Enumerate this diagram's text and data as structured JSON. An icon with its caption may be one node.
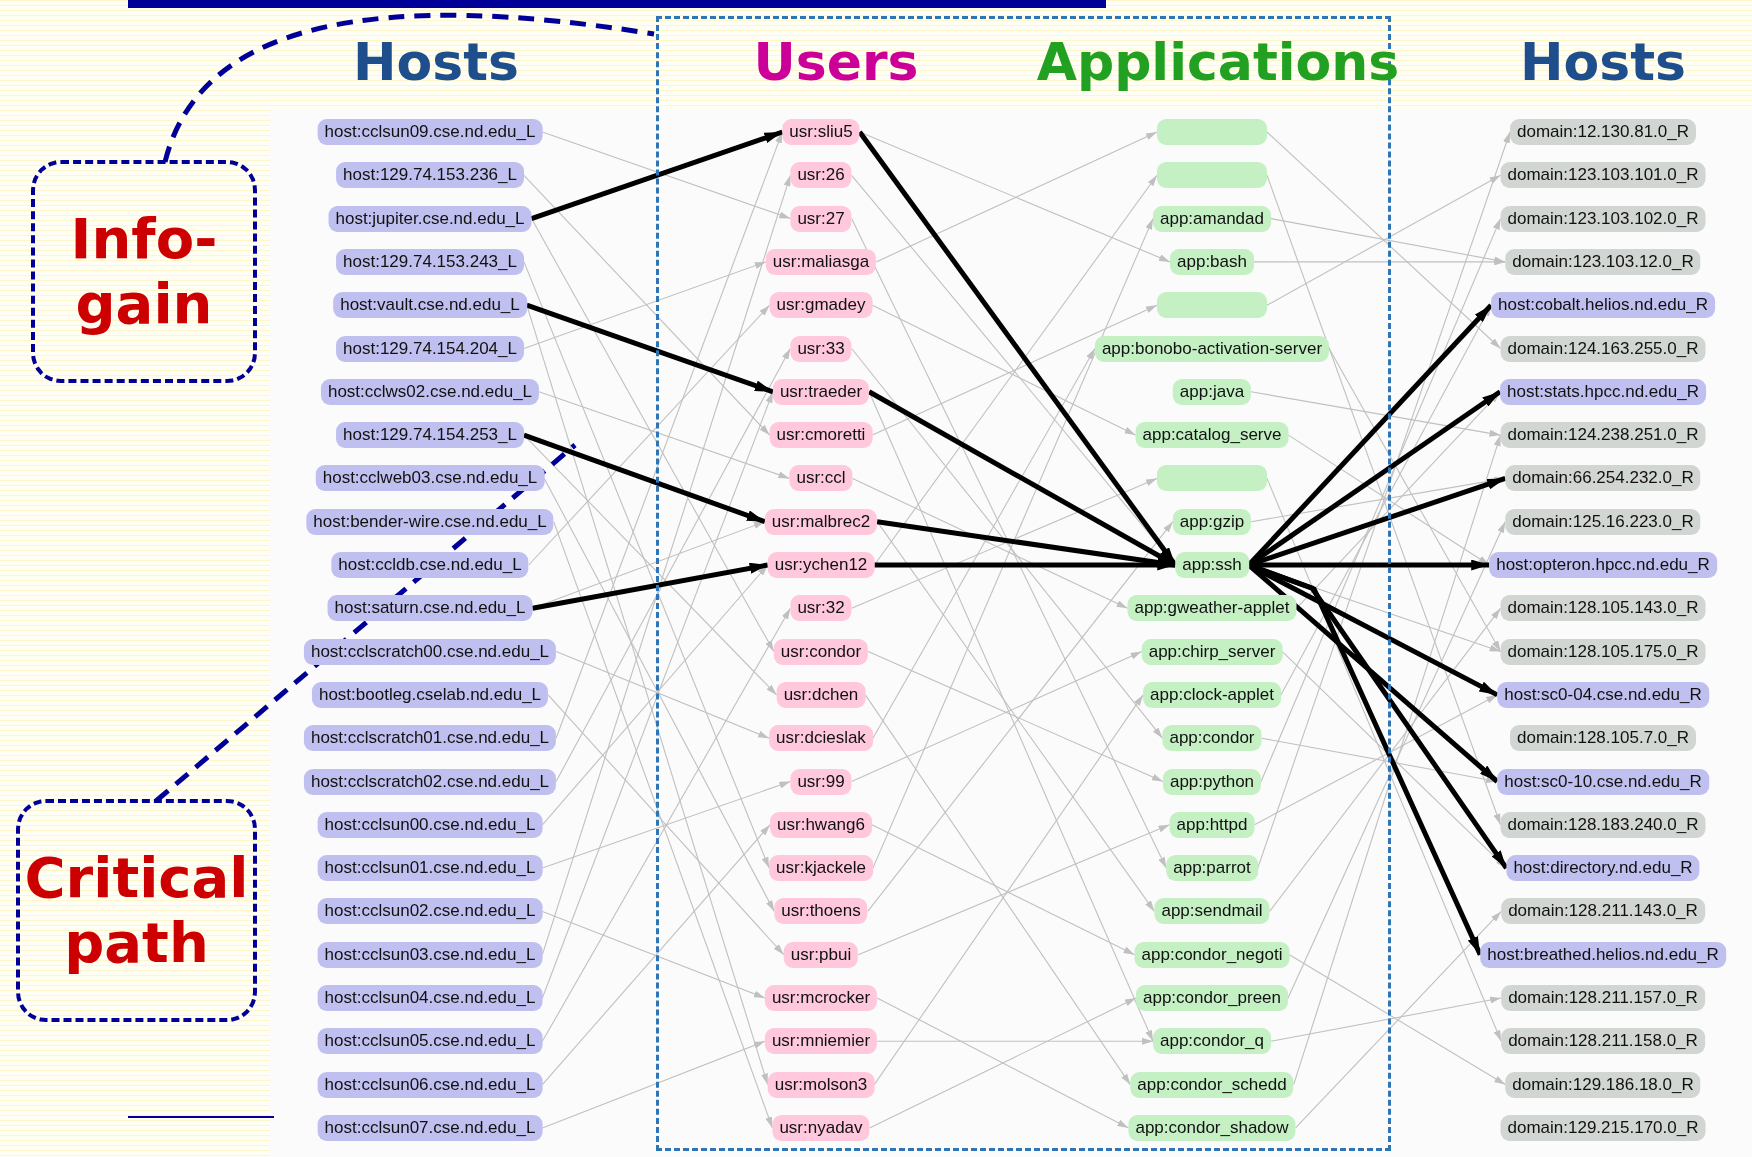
{
  "diagram": {
    "nodes": [
      {
        "text": [
          "Info-gain"
        ]
      },
      {
        "text": [
          "Critical path"
        ]
      },
      {
        "text": [],
        "shape": "box"
      },
      {
        "text": [
          "host:cclsun09.cse.nd.edu_L"
        ]
      },
      {
        "text": [
          "host:129.74.153.236_L"
        ]
      },
      {
        "text": [
          "host:jupiter.cse.nd.edu_L"
        ]
      },
      {
        "text": [
          "host:129.74.153.243_L"
        ]
      },
      {
        "text": [
          "host:vault.cse.nd.edu_L"
        ]
      },
      {
        "text": [
          "host:129.74.154.204_L"
        ]
      },
      {
        "text": [
          "host:cclws02.cse.nd.edu_L"
        ]
      },
      {
        "text": [
          "host:129.74.154.253_L"
        ]
      },
      {
        "text": [
          "host:cclweb03.cse.nd.edu_L"
        ]
      },
      {
        "text": [
          "host:bender-wire.cse.nd.edu_L"
        ]
      },
      {
        "text": [
          "host:ccldb.cse.nd.edu_L"
        ]
      },
      {
        "text": [
          "host:saturn.cse.nd.edu_L"
        ]
      },
      {
        "text": [
          "host:cclscratch00.cse.nd.edu_L"
        ]
      },
      {
        "text": [
          "host:bootleg.cselab.nd.edu_L"
        ]
      },
      {
        "text": [
          "host:cclscratch01.cse.nd.edu_L"
        ]
      },
      {
        "text": [
          "host:cclscratch02.cse.nd.edu_L"
        ]
      },
      {
        "text": [
          "host:cclsun00.cse.nd.edu_L"
        ]
      },
      {
        "text": [
          "host:cclsun01.cse.nd.edu_L"
        ]
      },
      {
        "text": [
          "host:cclsun02.cse.nd.edu_L"
        ]
      },
      {
        "text": [
          "host:cclsun03.cse.nd.edu_L"
        ]
      },
      {
        "text": [
          "host:cclsun04.cse.nd.edu_L"
        ]
      },
      {
        "text": [
          "host:cclsun05.cse.nd.edu_L"
        ]
      },
      {
        "text": [
          "host:cclsun06.cse.nd.edu_L"
        ]
      },
      {
        "text": [
          "host:cclsun07.cse.nd.edu_L"
        ]
      },
      {
        "text": [
          "usr:sliu5"
        ],
        "in": 2
      },
      {
        "text": [
          "usr:26"
        ],
        "in": 2
      },
      {
        "text": [
          "usr:27"
        ],
        "in": 2
      },
      {
        "text": [
          "usr:maliasga"
        ],
        "in": 2
      },
      {
        "text": [
          "usr:gmadey"
        ],
        "in": 2
      },
      {
        "text": [
          "usr:33"
        ],
        "in": 2
      },
      {
        "text": [
          "usr:traeder"
        ],
        "in": 2
      },
      {
        "text": [
          "usr:cmoretti"
        ],
        "in": 2
      },
      {
        "text": [
          "usr:ccl"
        ],
        "in": 2
      },
      {
        "text": [
          "usr:malbrec2"
        ],
        "in": 2
      },
      {
        "text": [
          "usr:ychen12"
        ],
        "in": 2
      },
      {
        "text": [
          "usr:32"
        ],
        "in": 2
      },
      {
        "text": [
          "usr:condor"
        ],
        "in": 2
      },
      {
        "text": [
          "usr:dchen"
        ],
        "in": 2
      },
      {
        "text": [
          "usr:dcieslak"
        ],
        "in": 2
      },
      {
        "text": [
          "usr:99"
        ],
        "in": 2
      },
      {
        "text": [
          "usr:hwang6"
        ],
        "in": 2
      },
      {
        "text": [
          "usr:kjackele"
        ],
        "in": 2
      },
      {
        "text": [
          "usr:thoens"
        ],
        "in": 2
      },
      {
        "text": [
          "usr:pbui"
        ],
        "in": 2
      },
      {
        "text": [
          "usr:mcrocker"
        ],
        "in": 2
      },
      {
        "text": [
          "usr:mniemier"
        ],
        "in": 2
      },
      {
        "text": [
          "usr:molson3"
        ],
        "in": 2
      },
      {
        "text": [
          "usr:nyadav"
        ],
        "in": 2
      },
      {
        "text": [],
        "shape": "box",
        "in": 2
      },
      {
        "text": [],
        "shape": "box",
        "in": 2
      },
      {
        "text": [
          "app:amandad"
        ],
        "in": 2
      },
      {
        "text": [
          "app:bash"
        ],
        "in": 2
      },
      {
        "text": [],
        "shape": "box",
        "in": 2
      },
      {
        "text": [
          "app:bonobo-activation-server"
        ],
        "in": 2
      },
      {
        "text": [
          "app:java"
        ],
        "in": 2
      },
      {
        "text": [
          "app:catalog_serve"
        ],
        "in": 2
      },
      {
        "text": [],
        "shape": "box",
        "in": 2
      },
      {
        "text": [
          "app:gzip"
        ],
        "in": 2
      },
      {
        "text": [
          "app:ssh"
        ],
        "in": 2
      },
      {
        "text": [
          "app:gweather-applet"
        ],
        "in": 2
      },
      {
        "text": [
          "app:chirp_server"
        ],
        "in": 2
      },
      {
        "text": [
          "app:clock-applet"
        ],
        "in": 2
      },
      {
        "text": [
          "app:condor"
        ],
        "in": 2
      },
      {
        "text": [
          "app:python"
        ],
        "in": 2
      },
      {
        "text": [
          "app:httpd"
        ],
        "in": 2
      },
      {
        "text": [
          "app:parrot"
        ],
        "in": 2
      },
      {
        "text": [
          "app:sendmail"
        ],
        "in": 2
      },
      {
        "text": [
          "app:condor_negoti"
        ],
        "in": 2
      },
      {
        "text": [
          "app:condor_preen"
        ],
        "in": 2
      },
      {
        "text": [
          "app:condor_q"
        ],
        "in": 2
      },
      {
        "text": [
          "app:condor_schedd"
        ],
        "in": 2
      },
      {
        "text": [
          "app:condor_shadow"
        ],
        "in": 2
      },
      {
        "text": [
          "domain:12.130.81.0_R"
        ]
      },
      {
        "text": [
          "domain:123.103.101.0_R"
        ]
      },
      {
        "text": [
          "domain:123.103.102.0_R"
        ]
      },
      {
        "text": [
          "domain:123.103.12.0_R"
        ]
      },
      {
        "text": [
          "host:cobalt.helios.nd.edu_R"
        ]
      },
      {
        "text": [
          "domain:124.163.255.0_R"
        ]
      },
      {
        "text": [
          "host:stats.hpcc.nd.edu_R"
        ]
      },
      {
        "text": [
          "domain:124.238.251.0_R"
        ]
      },
      {
        "text": [
          "domain:66.254.232.0_R"
        ]
      },
      {
        "text": [
          "domain:125.16.223.0_R"
        ]
      },
      {
        "text": [
          "host:opteron.hpcc.nd.edu_R"
        ]
      },
      {
        "text": [
          "domain:128.105.143.0_R"
        ]
      },
      {
        "text": [
          "domain:128.105.175.0_R"
        ]
      },
      {
        "text": [
          "host:sc0-04.cse.nd.edu_R"
        ]
      },
      {
        "text": [
          "domain:128.105.7.0_R"
        ]
      },
      {
        "text": [
          "host:sc0-10.cse.nd.edu_R"
        ]
      },
      {
        "text": [
          "domain:128.183.240.0_R"
        ]
      },
      {
        "text": [
          "host:directory.nd.edu_R"
        ]
      },
      {
        "text": [
          "domain:128.211.143.0_R"
        ]
      },
      {
        "text": [
          "host:breathed.helios.nd.edu_R"
        ]
      },
      {
        "text": [
          "domain:128.211.157.0_R"
        ]
      },
      {
        "text": [
          "domain:128.211.158.0_R"
        ]
      },
      {
        "text": [
          "domain:129.186.18.0_R"
        ]
      },
      {
        "text": [
          "domain:129.215.170.0_R"
        ]
      }
    ],
    "edges": [
      {
        "from": 5,
        "to": 27,
        "arrow": "to",
        "style": "thick",
        "color": "#000000"
      },
      {
        "from": 27,
        "to": 61,
        "arrow": "to",
        "style": "thick",
        "color": "#000000"
      },
      {
        "from": 7,
        "to": 33,
        "arrow": "to",
        "style": "thick",
        "color": "#000000"
      },
      {
        "from": 33,
        "to": 61,
        "arrow": "to",
        "style": "thick",
        "color": "#000000"
      },
      {
        "from": 10,
        "to": 36,
        "arrow": "to",
        "style": "thick",
        "color": "#000000"
      },
      {
        "from": 36,
        "to": 61,
        "arrow": "to",
        "style": "thick",
        "color": "#000000"
      },
      {
        "from": 14,
        "to": 37,
        "arrow": "to",
        "style": "thick",
        "color": "#000000"
      },
      {
        "from": 37,
        "to": 61,
        "arrow": "to",
        "style": "thick",
        "color": "#000000"
      },
      {
        "from": 61,
        "to": 79,
        "arrow": "to",
        "style": "thick",
        "color": "#000000"
      },
      {
        "from": 61,
        "to": 81,
        "arrow": "to",
        "style": "thick",
        "color": "#000000"
      },
      {
        "from": 61,
        "to": 83,
        "arrow": "to",
        "style": "thick",
        "color": "#000000"
      },
      {
        "from": 61,
        "to": 85,
        "arrow": "to",
        "style": "thick",
        "color": "#000000"
      },
      {
        "from": 61,
        "to": 88,
        "arrow": "to",
        "style": "thick",
        "color": "#000000"
      },
      {
        "from": 61,
        "to": 90,
        "arrow": "to",
        "style": "thick",
        "color": "#000000"
      },
      {
        "from": 61,
        "to": 92,
        "arrow": "to",
        "style": "thick",
        "color": "#000000"
      },
      {
        "from": 61,
        "to": 94,
        "arrow": "to",
        "style": "thick",
        "color": "#000000"
      },
      {
        "from": 0,
        "to": 2,
        "arrow": "none",
        "style": "dashed",
        "color": "#000099"
      },
      {
        "from": 1,
        "to": null,
        "arrow": "none",
        "style": "dashed",
        "color": "#000099"
      },
      {
        "from": 3,
        "to": 29,
        "arrow": "to"
      },
      {
        "from": 4,
        "to": 34,
        "arrow": "to"
      },
      {
        "from": 5,
        "to": 39,
        "arrow": "to"
      },
      {
        "from": 6,
        "to": 44,
        "arrow": "to"
      },
      {
        "from": 7,
        "to": 49,
        "arrow": "to"
      },
      {
        "from": 8,
        "to": 30,
        "arrow": "to"
      },
      {
        "from": 9,
        "to": 35,
        "arrow": "to"
      },
      {
        "from": 10,
        "to": 40,
        "arrow": "to"
      },
      {
        "from": 11,
        "to": 45,
        "arrow": "to"
      },
      {
        "from": 12,
        "to": 50,
        "arrow": "to"
      },
      {
        "from": 13,
        "to": 31,
        "arrow": "to"
      },
      {
        "from": 14,
        "to": 36,
        "arrow": "to"
      },
      {
        "from": 15,
        "to": 41,
        "arrow": "to"
      },
      {
        "from": 16,
        "to": 46,
        "arrow": "to"
      },
      {
        "from": 17,
        "to": 27,
        "arrow": "to"
      },
      {
        "from": 18,
        "to": 32,
        "arrow": "to"
      },
      {
        "from": 19,
        "to": 37,
        "arrow": "to"
      },
      {
        "from": 20,
        "to": 42,
        "arrow": "to"
      },
      {
        "from": 21,
        "to": 47,
        "arrow": "to"
      },
      {
        "from": 22,
        "to": 28,
        "arrow": "to"
      },
      {
        "from": 23,
        "to": 33,
        "arrow": "to"
      },
      {
        "from": 24,
        "to": 38,
        "arrow": "to"
      },
      {
        "from": 25,
        "to": 43,
        "arrow": "to"
      },
      {
        "from": 26,
        "to": 48,
        "arrow": "to"
      },
      {
        "from": 27,
        "to": 54,
        "arrow": "to"
      },
      {
        "from": 28,
        "to": 61,
        "arrow": "to"
      },
      {
        "from": 29,
        "to": 68,
        "arrow": "to"
      },
      {
        "from": 30,
        "to": 51,
        "arrow": "to"
      },
      {
        "from": 31,
        "to": 58,
        "arrow": "to"
      },
      {
        "from": 32,
        "to": 65,
        "arrow": "to"
      },
      {
        "from": 33,
        "to": 72,
        "arrow": "to"
      },
      {
        "from": 34,
        "to": 55,
        "arrow": "to"
      },
      {
        "from": 35,
        "to": 62,
        "arrow": "to"
      },
      {
        "from": 36,
        "to": 69,
        "arrow": "to"
      },
      {
        "from": 37,
        "to": 52,
        "arrow": "to"
      },
      {
        "from": 38,
        "to": 59,
        "arrow": "to"
      },
      {
        "from": 39,
        "to": 66,
        "arrow": "to"
      },
      {
        "from": 40,
        "to": 73,
        "arrow": "to"
      },
      {
        "from": 41,
        "to": 56,
        "arrow": "to"
      },
      {
        "from": 42,
        "to": 63,
        "arrow": "to"
      },
      {
        "from": 43,
        "to": 70,
        "arrow": "to"
      },
      {
        "from": 44,
        "to": 53,
        "arrow": "to"
      },
      {
        "from": 45,
        "to": 60,
        "arrow": "to"
      },
      {
        "from": 46,
        "to": 67,
        "arrow": "to"
      },
      {
        "from": 47,
        "to": 74,
        "arrow": "to"
      },
      {
        "from": 48,
        "to": 72,
        "arrow": "to"
      },
      {
        "from": 49,
        "to": 64,
        "arrow": "to"
      },
      {
        "from": 50,
        "to": 71,
        "arrow": "to"
      },
      {
        "from": 51,
        "to": 80,
        "arrow": "to"
      },
      {
        "from": 52,
        "to": 91,
        "arrow": "to"
      },
      {
        "from": 53,
        "to": 78,
        "arrow": "to"
      },
      {
        "from": 54,
        "to": 78,
        "arrow": "to"
      },
      {
        "from": 55,
        "to": 76,
        "arrow": "to"
      },
      {
        "from": 56,
        "to": 87,
        "arrow": "to"
      },
      {
        "from": 57,
        "to": 82,
        "arrow": "to"
      },
      {
        "from": 58,
        "to": 85,
        "arrow": "to"
      },
      {
        "from": 59,
        "to": 96,
        "arrow": "to"
      },
      {
        "from": 60,
        "to": 83,
        "arrow": "to"
      },
      {
        "from": 61,
        "to": 87,
        "arrow": "to"
      },
      {
        "from": 62,
        "to": 81,
        "arrow": "to"
      },
      {
        "from": 63,
        "to": 92,
        "arrow": "to"
      },
      {
        "from": 64,
        "to": 79,
        "arrow": "to"
      },
      {
        "from": 65,
        "to": 90,
        "arrow": "to"
      },
      {
        "from": 66,
        "to": 77,
        "arrow": "to"
      },
      {
        "from": 67,
        "to": 88,
        "arrow": "to"
      },
      {
        "from": 68,
        "to": 75,
        "arrow": "to"
      },
      {
        "from": 69,
        "to": 86,
        "arrow": "to"
      },
      {
        "from": 70,
        "to": 97,
        "arrow": "to"
      },
      {
        "from": 71,
        "to": 84,
        "arrow": "to"
      },
      {
        "from": 72,
        "to": 95,
        "arrow": "to"
      },
      {
        "from": 73,
        "to": 82,
        "arrow": "to"
      },
      {
        "from": 74,
        "to": 93,
        "arrow": "to"
      }
    ],
    "labels": [
      "Hosts",
      "Users",
      "Applications",
      "Hosts"
    ]
  }
}
